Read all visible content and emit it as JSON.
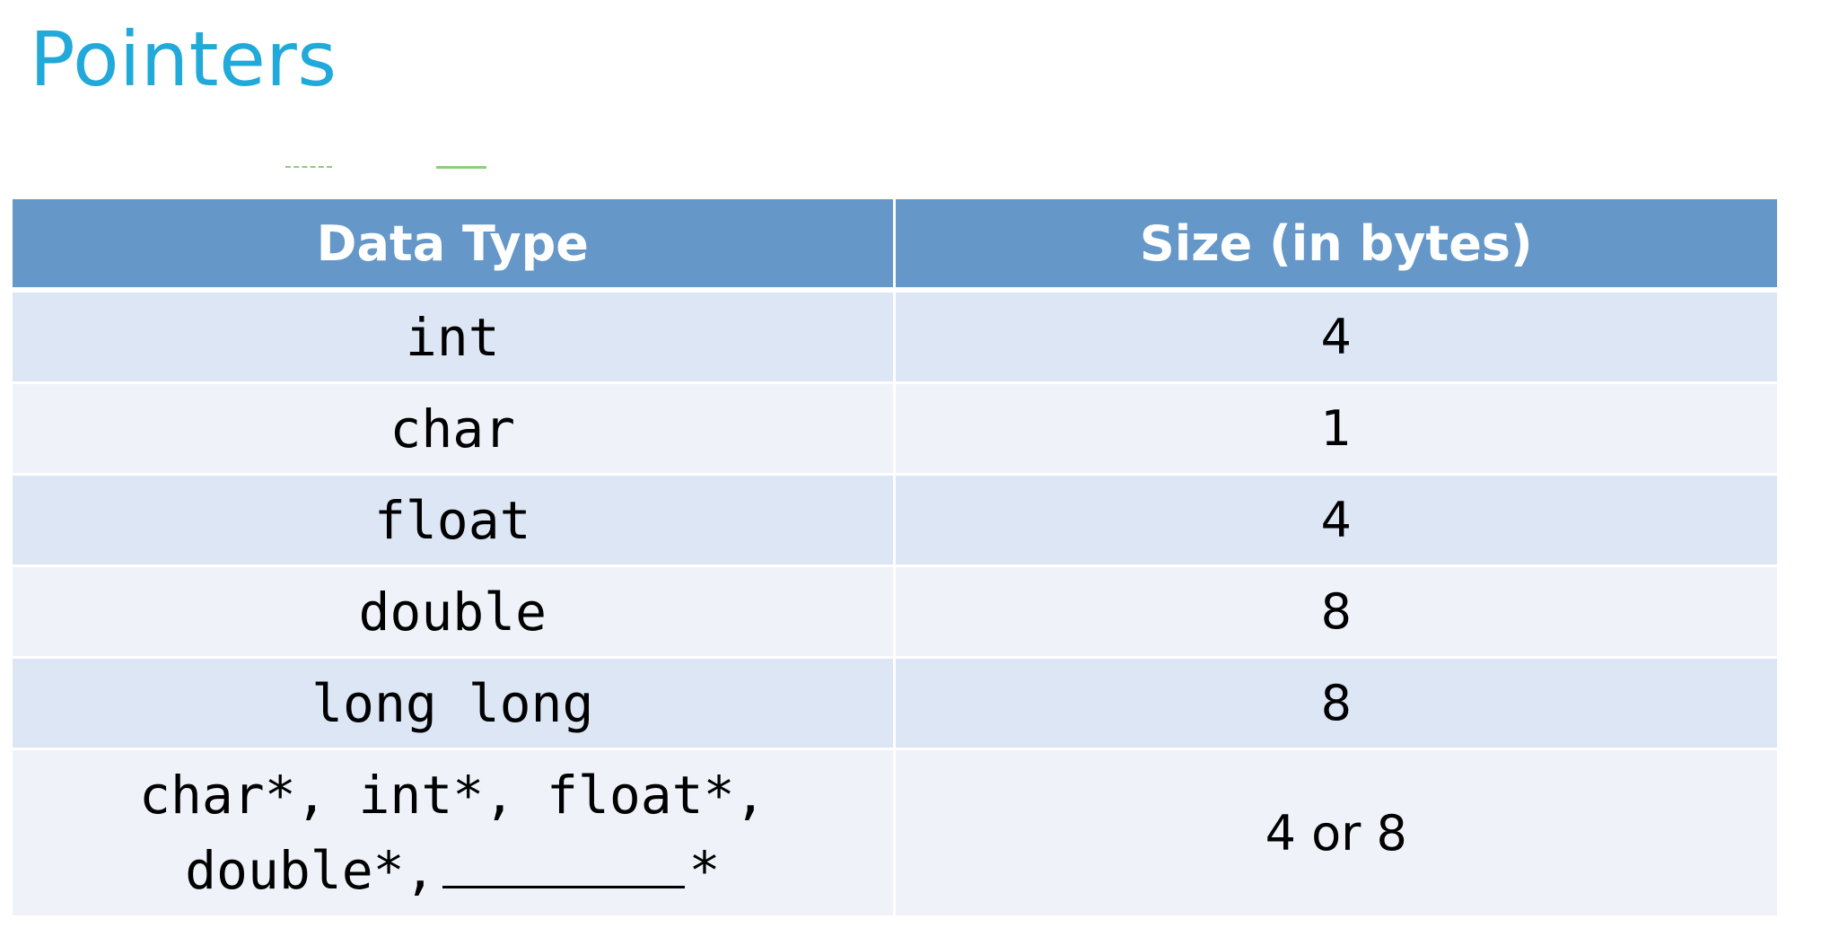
{
  "slide": {
    "title": "Pointers"
  },
  "table": {
    "headers": [
      "Data Type",
      "Size (in bytes)"
    ],
    "rows": [
      {
        "type": "int",
        "size": "4"
      },
      {
        "type": "char",
        "size": "1"
      },
      {
        "type": "float",
        "size": "4"
      },
      {
        "type": "double",
        "size": "8"
      },
      {
        "type": "long long",
        "size": "8"
      },
      {
        "type_line1": "char*, int*, float*,",
        "type_line2_prefix": "double*,",
        "type_line2_suffix": "*",
        "size": "4 or 8"
      }
    ]
  },
  "colors": {
    "title": "#21a9d9",
    "header_bg": "#6598c8",
    "row_dark": "#dce6f4",
    "row_light": "#eff3f9",
    "accent_marks": "#8ccf7a"
  }
}
